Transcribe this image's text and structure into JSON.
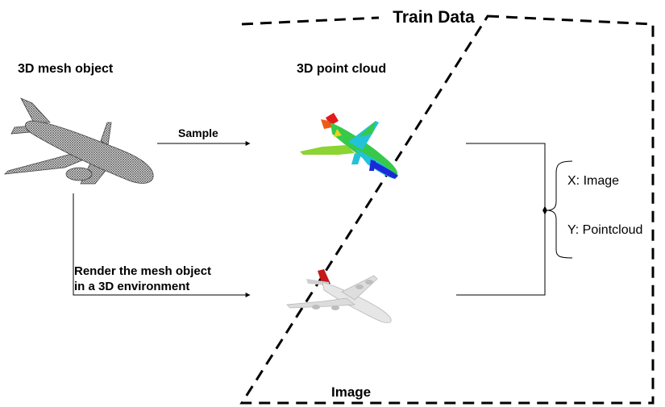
{
  "frame": {
    "title": "Train Data"
  },
  "labels": {
    "mesh": "3D mesh object",
    "pointcloud": "3D point cloud",
    "image": "Image",
    "sample": "Sample",
    "render_line1": "Render the mesh object",
    "render_line2": "in a 3D environment",
    "x_item": "X: Image",
    "y_item": "Y: Pointcloud"
  },
  "colors": {
    "line": "#000000",
    "mesh": "#555555",
    "pc_red": "#e21b1b",
    "pc_green": "#36c94a",
    "pc_cyan": "#22c2d8",
    "pc_blue": "#1b2ad6",
    "plane_body": "#e6e6e6",
    "plane_tail": "#c41a1a"
  },
  "icons": [
    "mesh-airplane-icon",
    "pointcloud-airplane-icon",
    "rendered-airplane-icon"
  ]
}
